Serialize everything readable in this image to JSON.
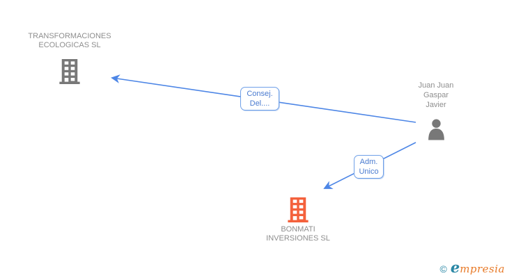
{
  "diagram": {
    "entities": [
      {
        "name": "TRANSFORMACIONES ECOLOGICAS SL",
        "type": "company",
        "icon": "building-icon",
        "line1": "TRANSFORMACIONES",
        "line2": "ECOLOGICAS SL"
      },
      {
        "name": "Juan Juan Gaspar Javier",
        "type": "person",
        "icon": "person-icon",
        "line1": "Juan Juan",
        "line2": "Gaspar",
        "line3": "Javier"
      },
      {
        "name": "BONMATI INVERSIONES SL",
        "type": "company",
        "icon": "building-icon",
        "line1": "BONMATI",
        "line2": "INVERSIONES SL"
      }
    ],
    "relations": [
      {
        "from": "Juan Juan Gaspar Javier",
        "to": "TRANSFORMACIONES ECOLOGICAS SL",
        "label": "Consej. Del....",
        "label_line1": "Consej.",
        "label_line2": "Del...."
      },
      {
        "from": "Juan Juan Gaspar Javier",
        "to": "BONMATI INVERSIONES SL",
        "label": "Adm. Unico",
        "label_line1": "Adm.",
        "label_line2": "Unico"
      }
    ]
  },
  "colors": {
    "line-blue": "#4D86E6",
    "label-border-blue": "#6FA0E8",
    "label-text-blue": "#4A7BD0",
    "entity-text-gray": "#8E8E8E",
    "icon-gray": "#787878",
    "icon-orange": "#F4613C",
    "logo-teal": "#2987A5",
    "logo-orange": "#E87A28"
  },
  "footer": {
    "copyright_symbol": "©",
    "brand_initial": "e",
    "brand_rest": "mpresia"
  }
}
